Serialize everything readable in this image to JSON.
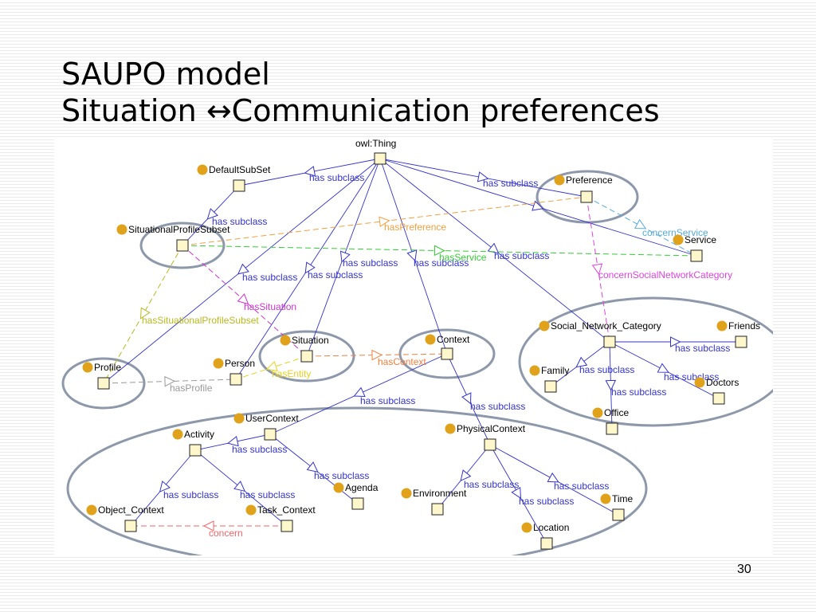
{
  "title": {
    "line1": "SAUPO model",
    "line2": "Situation ↔Communication preferences"
  },
  "page_number": "30",
  "colors": {
    "subclass": "#3333cc",
    "highlight_ellipse": "#8d98aa",
    "node_dot": "#e0a21a",
    "node_box": "#fff7cc",
    "hasPreference": "#f0a040",
    "hasService": "#33cc33",
    "concernService": "#55aadd",
    "concernSocialNetworkCategory": "#dd44dd",
    "hasSituation": "#cc33cc",
    "hasSituationalProfileSubset": "#b8b820",
    "hasProfile": "#999999",
    "hasEntity": "#e8d020",
    "hasContext": "#f08040",
    "concern": "#ee6666"
  },
  "diagram": {
    "nodes": [
      {
        "id": "thing",
        "label": "owl:Thing",
        "dot": false
      },
      {
        "id": "defaultsubset",
        "label": "DefaultSubSet",
        "dot": true
      },
      {
        "id": "preference",
        "label": "Preference",
        "dot": true
      },
      {
        "id": "sps",
        "label": "SituationalProfileSubset",
        "dot": true
      },
      {
        "id": "service",
        "label": "Service",
        "dot": true
      },
      {
        "id": "snc",
        "label": "Social_Network_Category",
        "dot": true
      },
      {
        "id": "friends",
        "label": "Friends",
        "dot": true
      },
      {
        "id": "profile",
        "label": "Profile",
        "dot": true
      },
      {
        "id": "person",
        "label": "Person",
        "dot": true
      },
      {
        "id": "situation",
        "label": "Situation",
        "dot": true
      },
      {
        "id": "context",
        "label": "Context",
        "dot": true
      },
      {
        "id": "family",
        "label": "Family",
        "dot": true
      },
      {
        "id": "doctors",
        "label": "Doctors",
        "dot": true
      },
      {
        "id": "office",
        "label": "Office",
        "dot": true
      },
      {
        "id": "usercontext",
        "label": "UserContext",
        "dot": true
      },
      {
        "id": "activity",
        "label": "Activity",
        "dot": true
      },
      {
        "id": "physicalcontext",
        "label": "PhysicalContext",
        "dot": true
      },
      {
        "id": "agenda",
        "label": "Agenda",
        "dot": true
      },
      {
        "id": "environment",
        "label": "Environment",
        "dot": true
      },
      {
        "id": "time",
        "label": "Time",
        "dot": true
      },
      {
        "id": "objectcontext",
        "label": "Object_Context",
        "dot": true
      },
      {
        "id": "taskcontext",
        "label": "Task_Context",
        "dot": true
      },
      {
        "id": "location",
        "label": "Location",
        "dot": true
      }
    ],
    "subclass_label": "has subclass",
    "subclass_edges": [
      {
        "from": "thing",
        "to": "defaultsubset",
        "label": true
      },
      {
        "from": "thing",
        "to": "preference",
        "label": true
      },
      {
        "from": "thing",
        "to": "service",
        "label": false
      },
      {
        "from": "thing",
        "to": "snc",
        "label": true
      },
      {
        "from": "thing",
        "to": "profile",
        "label": true
      },
      {
        "from": "thing",
        "to": "person",
        "label": true
      },
      {
        "from": "thing",
        "to": "situation",
        "label": true
      },
      {
        "from": "thing",
        "to": "context",
        "label": true
      },
      {
        "from": "defaultsubset",
        "to": "sps",
        "label": true
      },
      {
        "from": "snc",
        "to": "friends",
        "label": true
      },
      {
        "from": "snc",
        "to": "family",
        "label": true
      },
      {
        "from": "snc",
        "to": "doctors",
        "label": true
      },
      {
        "from": "snc",
        "to": "office",
        "label": true
      },
      {
        "from": "context",
        "to": "usercontext",
        "label": true
      },
      {
        "from": "context",
        "to": "physicalcontext",
        "label": true
      },
      {
        "from": "usercontext",
        "to": "activity",
        "label": true
      },
      {
        "from": "usercontext",
        "to": "agenda",
        "label": true
      },
      {
        "from": "activity",
        "to": "objectcontext",
        "label": true
      },
      {
        "from": "activity",
        "to": "taskcontext",
        "label": true
      },
      {
        "from": "physicalcontext",
        "to": "environment",
        "label": true
      },
      {
        "from": "physicalcontext",
        "to": "location",
        "label": true
      },
      {
        "from": "physicalcontext",
        "to": "time",
        "label": true
      }
    ],
    "property_edges": [
      {
        "from": "sps",
        "to": "preference",
        "label": "hasPreference",
        "color": "hasPreference"
      },
      {
        "from": "sps",
        "to": "service",
        "label": "hasService",
        "color": "hasService"
      },
      {
        "from": "preference",
        "to": "service",
        "label": "concernService",
        "color": "concernService"
      },
      {
        "from": "preference",
        "to": "snc",
        "label": "concernSocialNetworkCategory",
        "color": "concernSocialNetworkCategory"
      },
      {
        "from": "sps",
        "to": "situation",
        "label": "hasSituation",
        "color": "hasSituation"
      },
      {
        "from": "sps",
        "to": "profile",
        "label": "hasSituationalProfileSubset",
        "color": "hasSituationalProfileSubset"
      },
      {
        "from": "profile",
        "to": "person",
        "label": "hasProfile",
        "color": "hasProfile"
      },
      {
        "from": "situation",
        "to": "person",
        "label": "hasEntity",
        "color": "hasEntity"
      },
      {
        "from": "situation",
        "to": "context",
        "label": "hasContext",
        "color": "hasContext"
      },
      {
        "from": "taskcontext",
        "to": "objectcontext",
        "label": "concern",
        "color": "concern"
      }
    ]
  }
}
